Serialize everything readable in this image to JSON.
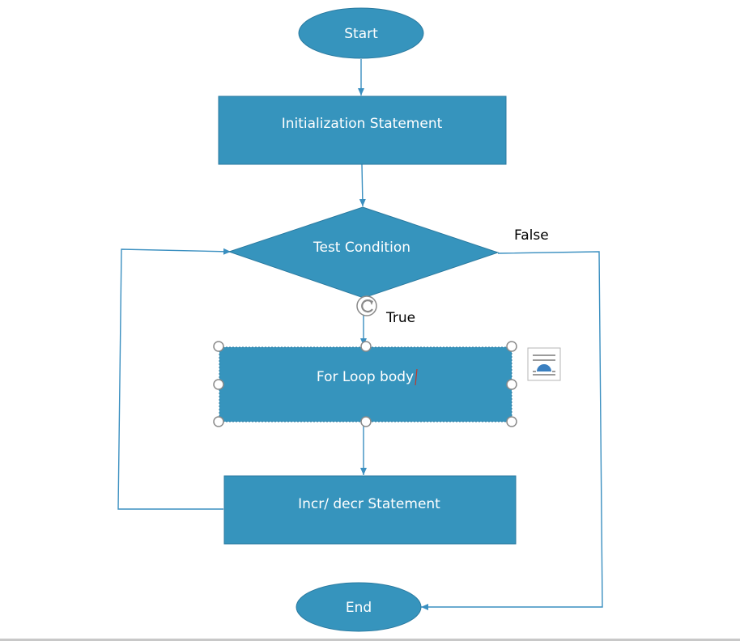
{
  "nodes": {
    "start": "Start",
    "init": "Initialization Statement",
    "test": "Test Condition",
    "body": "For Loop body",
    "incr": "Incr/ decr Statement",
    "end": "End"
  },
  "edges": {
    "true_label": "True",
    "false_label": "False"
  },
  "colors": {
    "node_fill": "#3694bd",
    "line": "#3a8fc0",
    "handle": "#8a8a8a",
    "text_cursor": "#c0392b"
  },
  "icons": {
    "rotate_handle": "rotate-icon",
    "layout_options": "layout-options-icon"
  }
}
